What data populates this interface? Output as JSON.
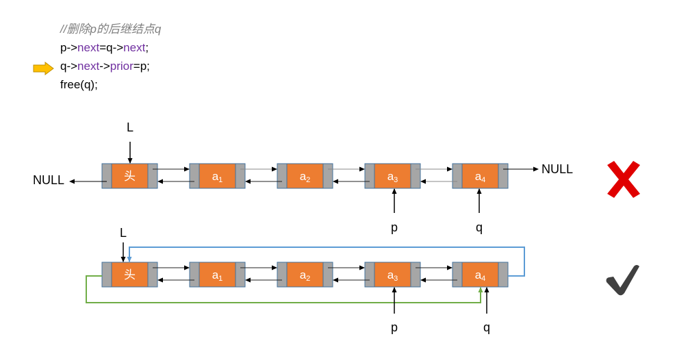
{
  "code": {
    "comment": "//删除p的后继结点q",
    "lines": [
      {
        "parts": [
          {
            "t": "p->",
            "kw": false
          },
          {
            "t": "next",
            "kw": true
          },
          {
            "t": "=q->",
            "kw": false
          },
          {
            "t": "next",
            "kw": true
          },
          {
            "t": ";",
            "kw": false
          }
        ]
      },
      {
        "parts": [
          {
            "t": "q->",
            "kw": false
          },
          {
            "t": "next",
            "kw": true
          },
          {
            "t": "->",
            "kw": false
          },
          {
            "t": "prior",
            "kw": true
          },
          {
            "t": "=p;",
            "kw": false
          }
        ],
        "current": true
      },
      {
        "parts": [
          {
            "t": "free(q);",
            "kw": false
          }
        ]
      }
    ],
    "current_line_marker": "right-arrow-icon"
  },
  "colors": {
    "node_data": "#ed7d31",
    "node_pointer": "#a6a6a6",
    "node_border": "#41719c",
    "keyword": "#7030a0",
    "comment": "#7f7f7f",
    "current_arrow": "#ffc000",
    "circular_next_link": "#5b9bd5",
    "circular_prior_link": "#70ad47",
    "wrong_mark": "#e00000",
    "right_mark": "#404040"
  },
  "diagrams": [
    {
      "id": "wrong",
      "nodes": [
        {
          "label": "头",
          "sub": ""
        },
        {
          "label": "a",
          "sub": "1"
        },
        {
          "label": "a",
          "sub": "2"
        },
        {
          "label": "a",
          "sub": "3"
        },
        {
          "label": "a",
          "sub": "4"
        }
      ],
      "head_pointer": "L",
      "left_end": "NULL",
      "right_end": "NULL",
      "pointers": [
        {
          "name": "p",
          "node": 3
        },
        {
          "name": "q",
          "node": 4
        }
      ],
      "verdict": "cross-icon"
    },
    {
      "id": "right",
      "nodes": [
        {
          "label": "头",
          "sub": ""
        },
        {
          "label": "a",
          "sub": "1"
        },
        {
          "label": "a",
          "sub": "2"
        },
        {
          "label": "a",
          "sub": "3"
        },
        {
          "label": "a",
          "sub": "4"
        }
      ],
      "head_pointer": "L",
      "circular": true,
      "pointers": [
        {
          "name": "p",
          "node": 3
        },
        {
          "name": "q",
          "node": 4
        }
      ],
      "verdict": "check-icon"
    }
  ]
}
